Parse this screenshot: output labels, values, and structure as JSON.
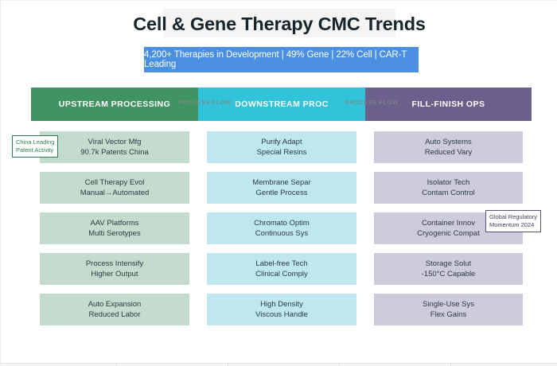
{
  "page": {
    "title": "Cell & Gene Therapy CMC Trends",
    "stats_banner": "4,200+ Therapies in Development | 49% Gene | 22% Cell | CAR-T Leading"
  },
  "colors": {
    "upstream": "#419363",
    "downstream": "#32c2da",
    "fillfinish": "#6b5f8c",
    "upstream_card": "#c3dccd",
    "downstream_card": "#bfe7f0",
    "fillfinish_card": "#ceccdc",
    "banner": "#4a8fe0",
    "title_text": "#16242e"
  },
  "stages": [
    {
      "key": "upstream",
      "label": "UPSTREAM PROCESSING"
    },
    {
      "key": "downstream",
      "label": "DOWNSTREAM PROC"
    },
    {
      "key": "fillfinish",
      "label": "FILL-FINISH OPS"
    }
  ],
  "connectors": [
    {
      "label": "PROCESS FLOW"
    },
    {
      "label": "PROCESS FLOW"
    }
  ],
  "columns": [
    {
      "stage": "UPSTREAM PROCESSING",
      "cards": [
        {
          "line1": "Viral Vector Mfg",
          "line2": "90.7k Patents China"
        },
        {
          "line1": "Cell Therapy Evol",
          "line2": "Manual→Automated"
        },
        {
          "line1": "AAV Platforms",
          "line2": "Multi Serotypes"
        },
        {
          "line1": "Process Intensify",
          "line2": "Higher Output"
        },
        {
          "line1": "Auto Expansion",
          "line2": "Reduced Labor"
        }
      ]
    },
    {
      "stage": "DOWNSTREAM PROC",
      "cards": [
        {
          "line1": "Purify Adapt",
          "line2": "Special Resins"
        },
        {
          "line1": "Membrane Separ",
          "line2": "Gentle Process"
        },
        {
          "line1": "Chromato Optim",
          "line2": "Continuous Sys"
        },
        {
          "line1": "Label-free Tech",
          "line2": "Clinical Comply"
        },
        {
          "line1": "High Density",
          "line2": "Viscous Handle"
        }
      ]
    },
    {
      "stage": "FILL-FINISH OPS",
      "cards": [
        {
          "line1": "Auto Systems",
          "line2": "Reduced Vary"
        },
        {
          "line1": "Isolator Tech",
          "line2": "Contam Control"
        },
        {
          "line1": "Container Innov",
          "line2": "Cryogenic Compat"
        },
        {
          "line1": "Storage Solut",
          "line2": "-150°C Capable"
        },
        {
          "line1": "Single-Use Sys",
          "line2": "Flex Gains"
        }
      ]
    }
  ],
  "callouts": [
    {
      "line1": "China Leading",
      "line2": "Patent Activity"
    },
    {
      "line1": "Global Regulatory",
      "line2": "Momentum 2024"
    }
  ]
}
